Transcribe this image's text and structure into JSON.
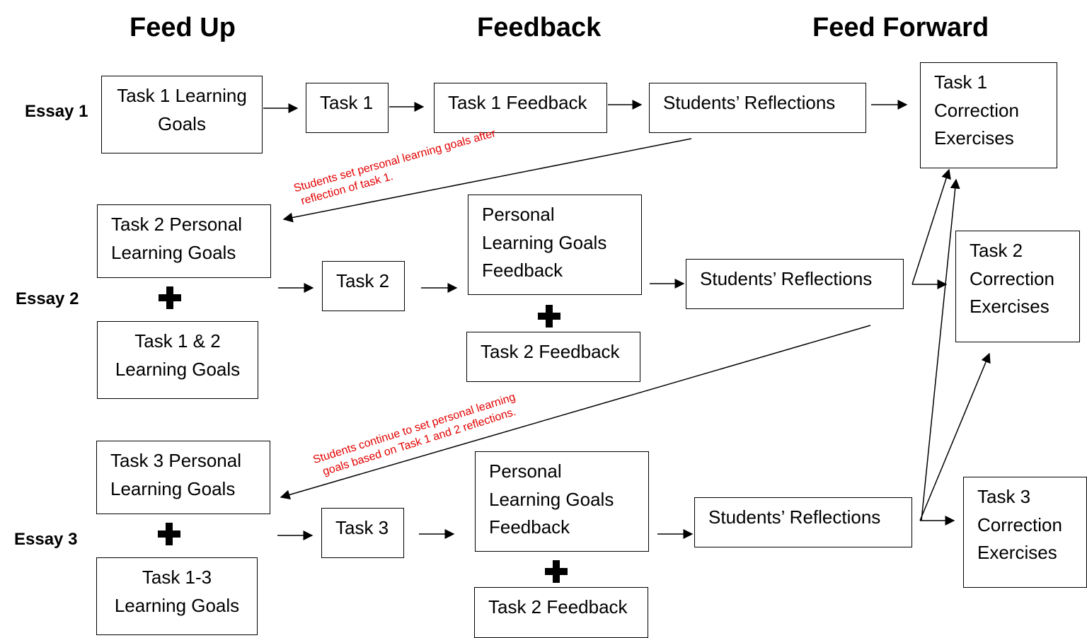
{
  "headers": {
    "feed_up": "Feed Up",
    "feedback": "Feedback",
    "feed_forward": "Feed Forward"
  },
  "essays": {
    "essay1": "Essay 1",
    "essay2": "Essay 2",
    "essay3": "Essay 3"
  },
  "essay1": {
    "learning_goals": [
      "Task 1 Learning",
      "Goals"
    ],
    "task": "Task 1",
    "feedback": "Task 1 Feedback",
    "reflections": "Students’ Reflections",
    "correction": [
      "Task 1",
      "Correction",
      "Exercises"
    ]
  },
  "essay2": {
    "personal_goals": [
      "Task 2 Personal",
      "Learning Goals"
    ],
    "learning_goals": [
      "Task 1 & 2",
      "Learning Goals"
    ],
    "task": "Task 2",
    "personal_feedback": [
      "Personal",
      "Learning Goals",
      "Feedback"
    ],
    "task_feedback": "Task 2 Feedback",
    "reflections": "Students’ Reflections",
    "correction": [
      "Task 2",
      "Correction",
      "Exercises"
    ]
  },
  "essay3": {
    "personal_goals": [
      "Task 3 Personal",
      "Learning Goals"
    ],
    "learning_goals": [
      "Task 1-3",
      "Learning Goals"
    ],
    "task": "Task 3",
    "personal_feedback": [
      "Personal",
      "Learning Goals",
      "Feedback"
    ],
    "task_feedback": "Task 2 Feedback",
    "reflections": "Students’ Reflections",
    "correction": [
      "Task 3",
      "Correction",
      "Exercises"
    ]
  },
  "notes": {
    "note1": [
      "Students set personal learning goals after",
      "reflection of task 1."
    ],
    "note2": [
      "Students continue to set personal learning",
      "goals based on Task 1 and 2 reflections."
    ]
  },
  "colors": {
    "note": "#e30000",
    "line": "#000000"
  }
}
